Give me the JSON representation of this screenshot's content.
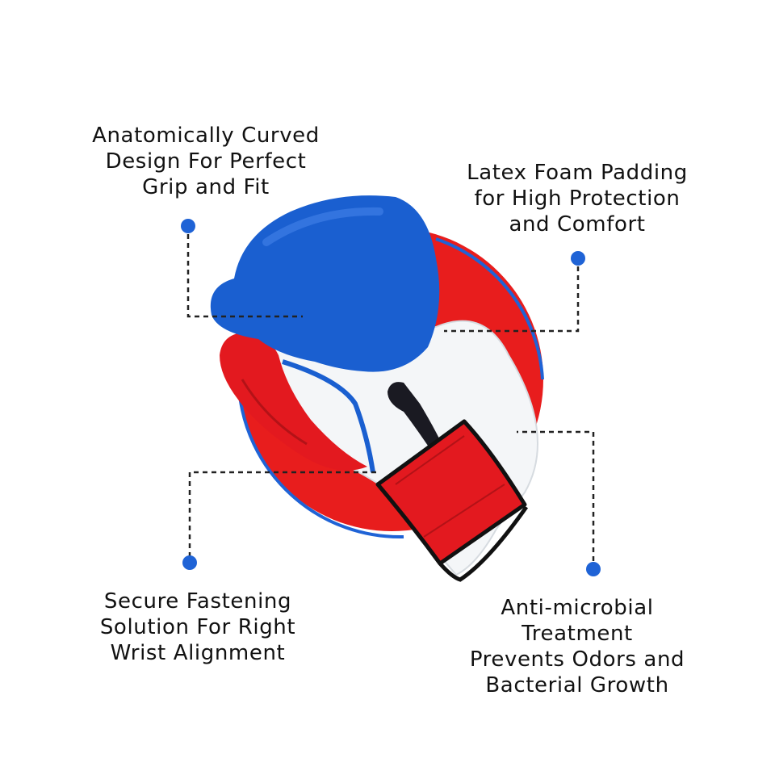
{
  "callouts": {
    "top_left": {
      "lines": [
        "Anatomically Curved",
        "Design For Perfect",
        "Grip and Fit"
      ]
    },
    "top_right": {
      "lines": [
        "Latex Foam Padding",
        "for High Protection",
        "and Comfort"
      ]
    },
    "bottom_left": {
      "lines": [
        "Secure Fastening",
        "Solution For Right",
        "Wrist Alignment"
      ]
    },
    "bottom_right": {
      "lines": [
        "Anti-microbial",
        "Treatment",
        "Prevents Odors and",
        "Bacterial Growth"
      ]
    }
  },
  "colors": {
    "accent_blue": "#1f63d6",
    "glove_blue": "#1a5fd0",
    "glove_red": "#e3191f",
    "glove_white": "#f4f6f8",
    "background_circle_red": "#e81d1d",
    "leader_line": "#222222"
  },
  "icons": {
    "product": "boxing-glove-icon"
  }
}
